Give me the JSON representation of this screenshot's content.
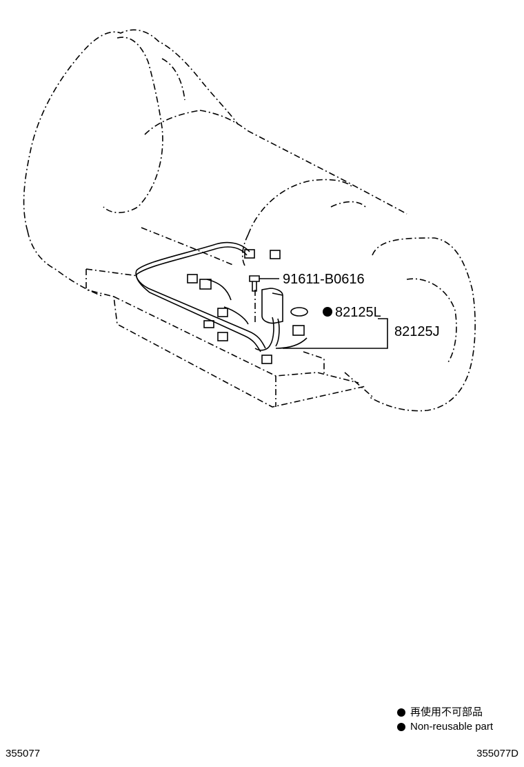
{
  "diagram": {
    "parts": [
      {
        "part_number": "91611-B0616"
      },
      {
        "part_number": "82125L",
        "non_reusable": true
      },
      {
        "part_number": "82125J"
      }
    ]
  },
  "legend": {
    "items": [
      {
        "marker": "filled-circle",
        "text": "再使用不可部品"
      },
      {
        "marker": "filled-circle",
        "text": "Non-reusable part"
      }
    ]
  },
  "footer": {
    "left_code": "355077",
    "right_code": "355077D"
  }
}
